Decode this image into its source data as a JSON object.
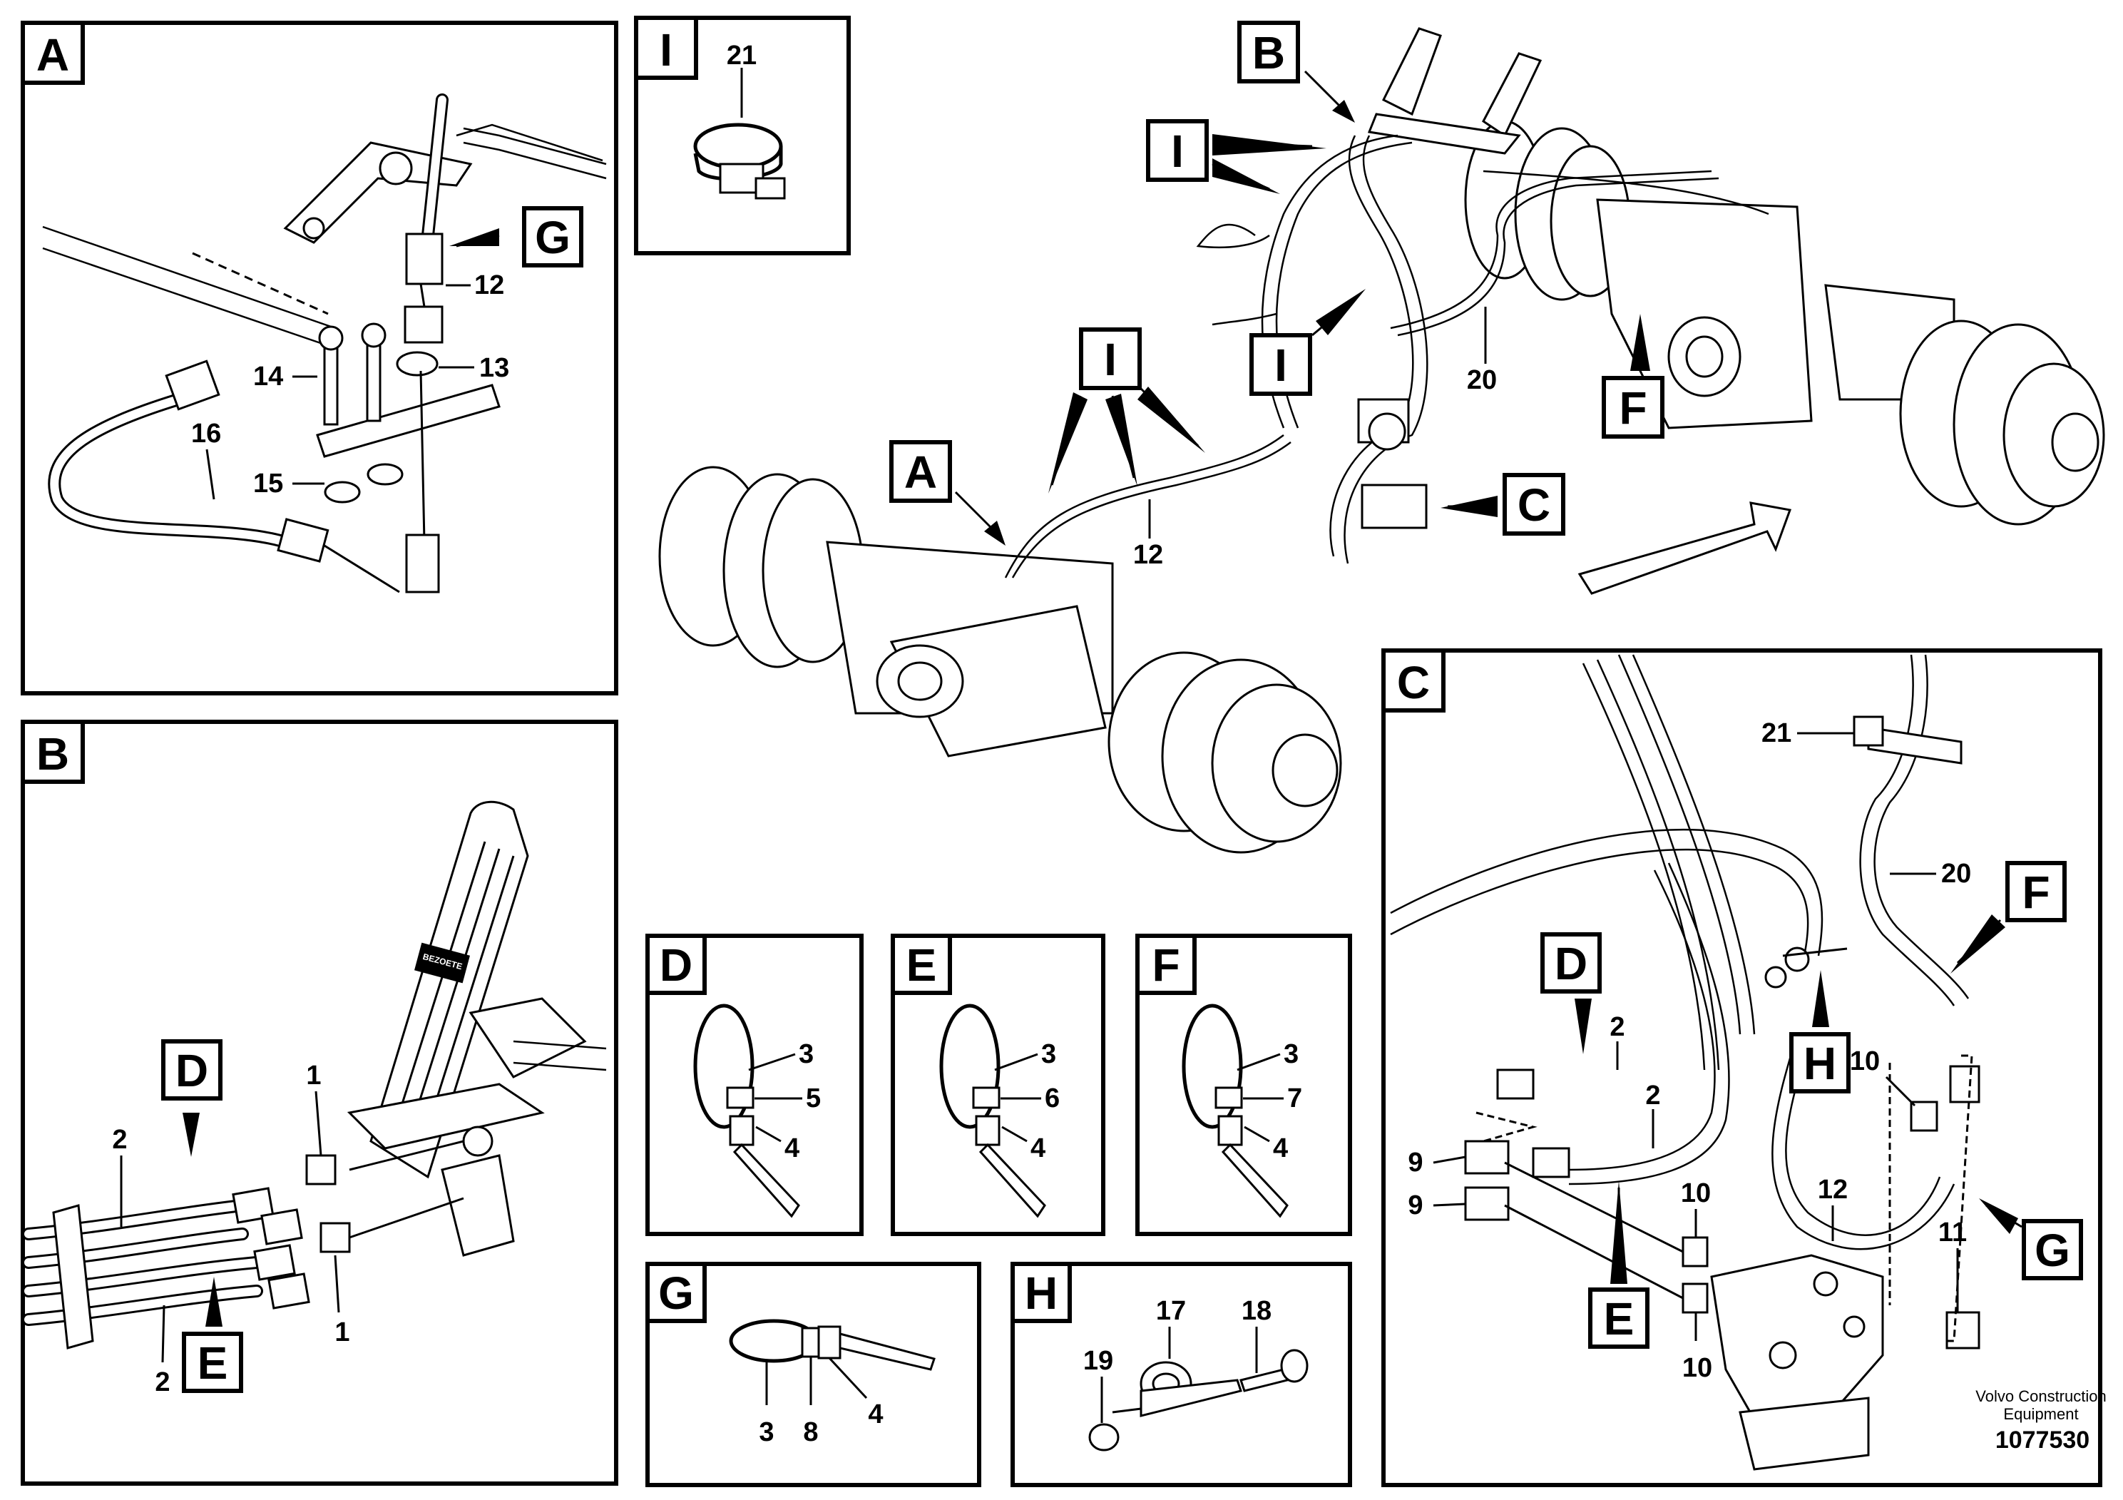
{
  "panels": {
    "A": {
      "title": "A",
      "callout_G": "G",
      "part_12": "12",
      "part_13": "13",
      "part_14": "14",
      "part_15": "15",
      "part_16": "16"
    },
    "I": {
      "title": "I",
      "part_21": "21"
    },
    "B": {
      "title": "B",
      "callout_D": "D",
      "callout_E": "E",
      "part_1_top": "1",
      "part_1_bottom": "1",
      "part_2_top": "2",
      "part_2_bottom": "2"
    },
    "C": {
      "title": "C",
      "callout_D": "D",
      "callout_E": "E",
      "callout_F": "F",
      "callout_G": "G",
      "callout_H": "H",
      "part_21": "21",
      "part_20": "20",
      "part_2_a": "2",
      "part_2_b": "2",
      "part_9_a": "9",
      "part_9_b": "9",
      "part_10_a": "10",
      "part_10_b": "10",
      "part_10_c": "10",
      "part_11": "11",
      "part_12": "12"
    },
    "D": {
      "title": "D",
      "part_a": "3",
      "part_b": "5",
      "part_c": "4"
    },
    "E": {
      "title": "E",
      "part_a": "3",
      "part_b": "6",
      "part_c": "4"
    },
    "F": {
      "title": "F",
      "part_a": "3",
      "part_b": "7",
      "part_c": "4"
    },
    "G": {
      "title": "G",
      "part_a": "3",
      "part_b": "8",
      "part_c": "4"
    },
    "H": {
      "title": "H",
      "part_17": "17",
      "part_18": "18",
      "part_19": "19"
    }
  },
  "overview": {
    "callout_A": "A",
    "callout_B": "B",
    "callout_C": "C",
    "callout_F": "F",
    "callout_I_top": "I",
    "callout_I_mid": "I",
    "callout_I_left": "I",
    "part_12": "12",
    "part_20": "20"
  },
  "footer": {
    "credit_line1": "Volvo Construction",
    "credit_line2": "Equipment",
    "figure_number": "1077530"
  },
  "pedal_brand": "BEZOETE"
}
